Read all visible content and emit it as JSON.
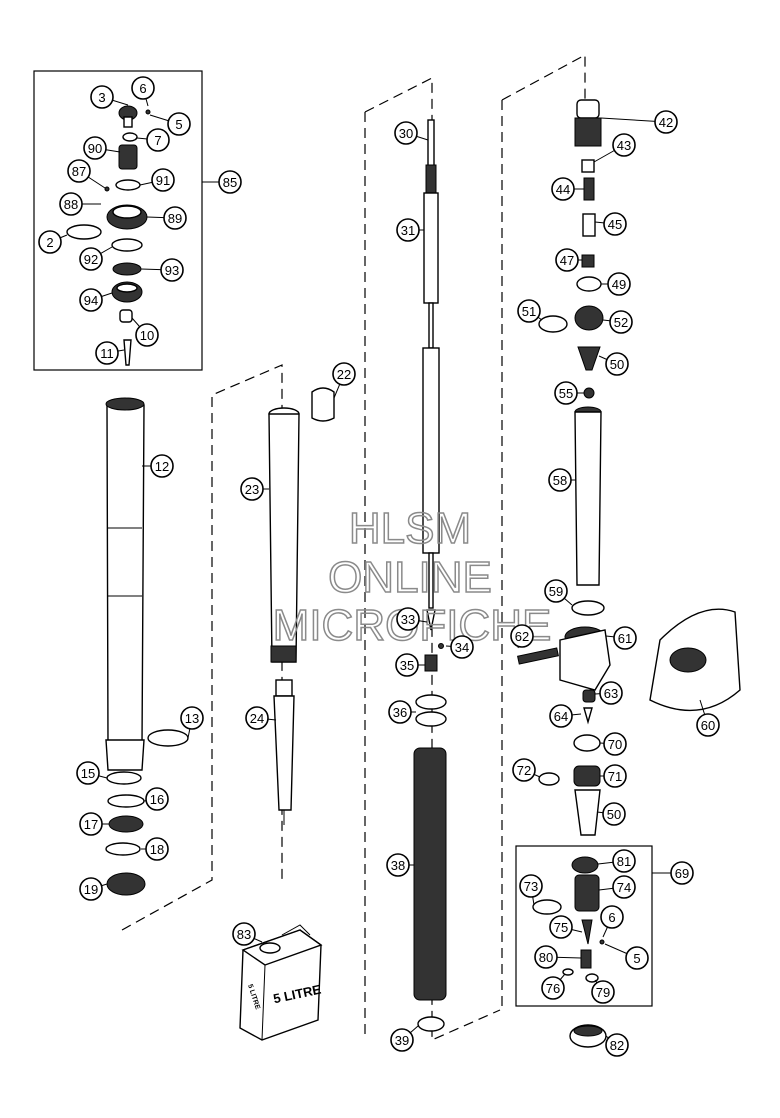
{
  "watermark": {
    "line1": "HLSM",
    "line2": "ONLINE",
    "line3": "MICROFICHE"
  },
  "can": {
    "label": "5 LITRE",
    "side_label": "5 LITRE"
  },
  "callouts": [
    "2",
    "3",
    "5",
    "6",
    "7",
    "10",
    "11",
    "12",
    "13",
    "15",
    "16",
    "17",
    "18",
    "19",
    "22",
    "23",
    "24",
    "30",
    "31",
    "33",
    "34",
    "35",
    "36",
    "38",
    "39",
    "42",
    "43",
    "44",
    "45",
    "47",
    "49",
    "50",
    "51",
    "52",
    "55",
    "58",
    "59",
    "60",
    "61",
    "62",
    "63",
    "64",
    "69",
    "70",
    "71",
    "72",
    "73",
    "74",
    "75",
    "76",
    "79",
    "80",
    "81",
    "82",
    "83",
    "85",
    "87",
    "88",
    "89",
    "90",
    "91",
    "92",
    "93",
    "94"
  ]
}
